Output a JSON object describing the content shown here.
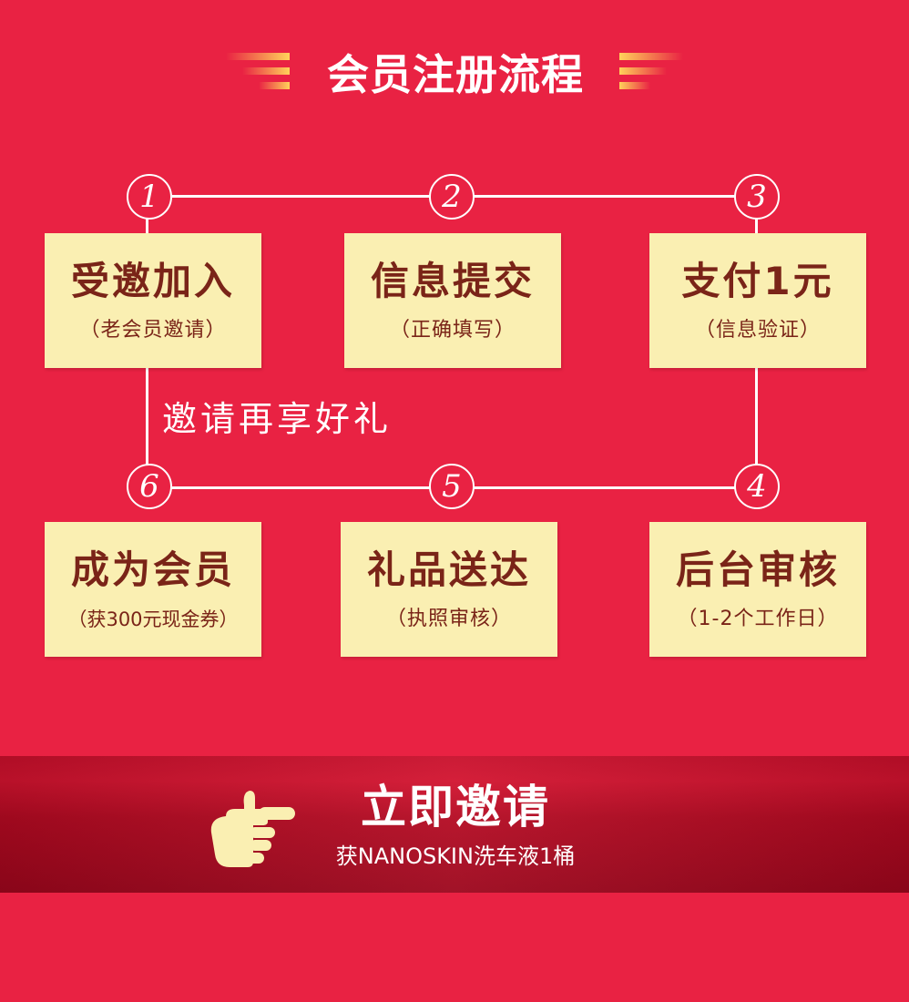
{
  "header": {
    "title": "会员注册流程"
  },
  "steps": [
    {
      "number": "1",
      "title": "受邀加入",
      "subtitle": "（老会员邀请）"
    },
    {
      "number": "2",
      "title": "信息提交",
      "subtitle": "（正确填写）"
    },
    {
      "number": "3",
      "title": "支付1元",
      "subtitle": "（信息验证）"
    },
    {
      "number": "4",
      "title": "后台审核",
      "subtitle": "（1-2个工作日）"
    },
    {
      "number": "5",
      "title": "礼品送达",
      "subtitle": "（执照审核）"
    },
    {
      "number": "6",
      "title": "成为会员",
      "subtitle": "（获300元现金券）"
    }
  ],
  "invite_gift_text": "邀请再享好礼",
  "cta": {
    "title": "立即邀请",
    "subtitle": "获NANOSKIN洗车液1桶",
    "icon": "pointing-hand-icon"
  },
  "colors": {
    "background": "#e92243",
    "box": "#faefb2",
    "box_text": "#7a2418",
    "cta_banner": "#b40a22"
  }
}
